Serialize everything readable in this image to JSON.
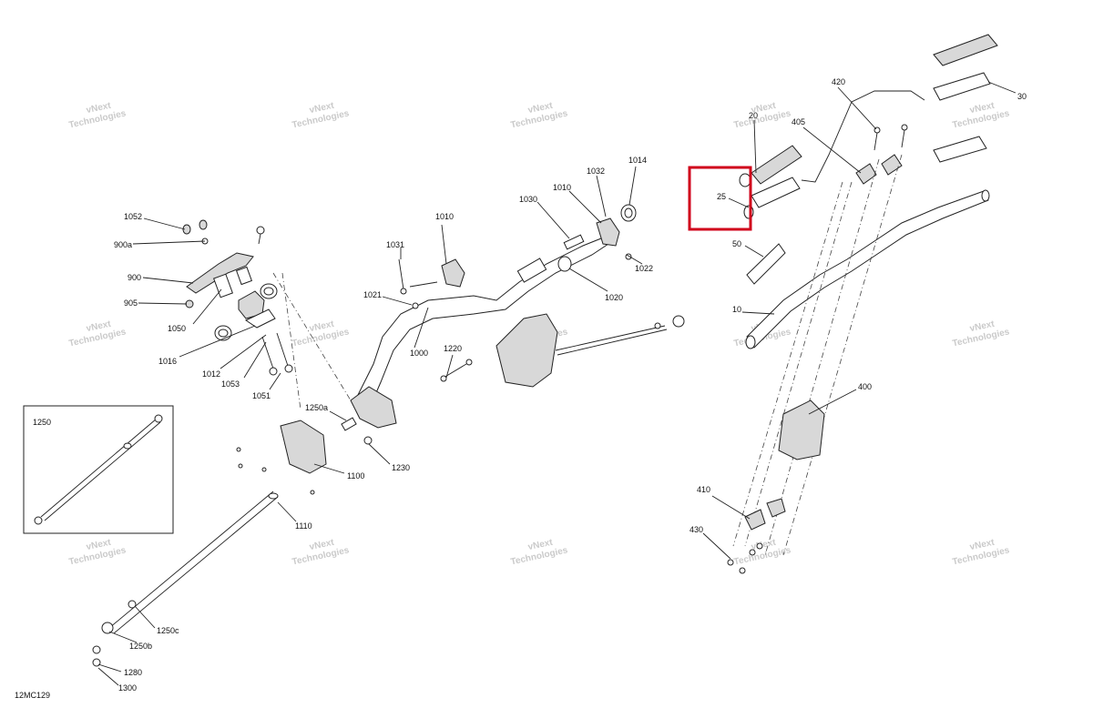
{
  "diagram_code": "12MC129",
  "watermark": {
    "line1": "vNext",
    "line2": "Technologies"
  },
  "inset_label": "1250",
  "highlight_color": "#d0021b",
  "labels": {
    "l1052": "1052",
    "l900a": "900a",
    "l900": "900",
    "l905": "905",
    "l1050": "1050",
    "l1016": "1016",
    "l1012": "1012",
    "l1053": "1053",
    "l1051": "1051",
    "l1031": "1031",
    "l1010a": "1010",
    "l1021": "1021",
    "l1000": "1000",
    "l1030": "1030",
    "l1010b": "1010",
    "l1032": "1032",
    "l1014": "1014",
    "l1022": "1022",
    "l1020": "1020",
    "l1220": "1220",
    "l1250a": "1250a",
    "l1230": "1230",
    "l1100": "1100",
    "l1110": "1110",
    "l1250c": "1250c",
    "l1250b": "1250b",
    "l1280": "1280",
    "l1300": "1300",
    "l420": "420",
    "l30": "30",
    "l20": "20",
    "l405": "405",
    "l25": "25",
    "l50": "50",
    "l10": "10",
    "l400": "400",
    "l410": "410",
    "l430": "430"
  }
}
